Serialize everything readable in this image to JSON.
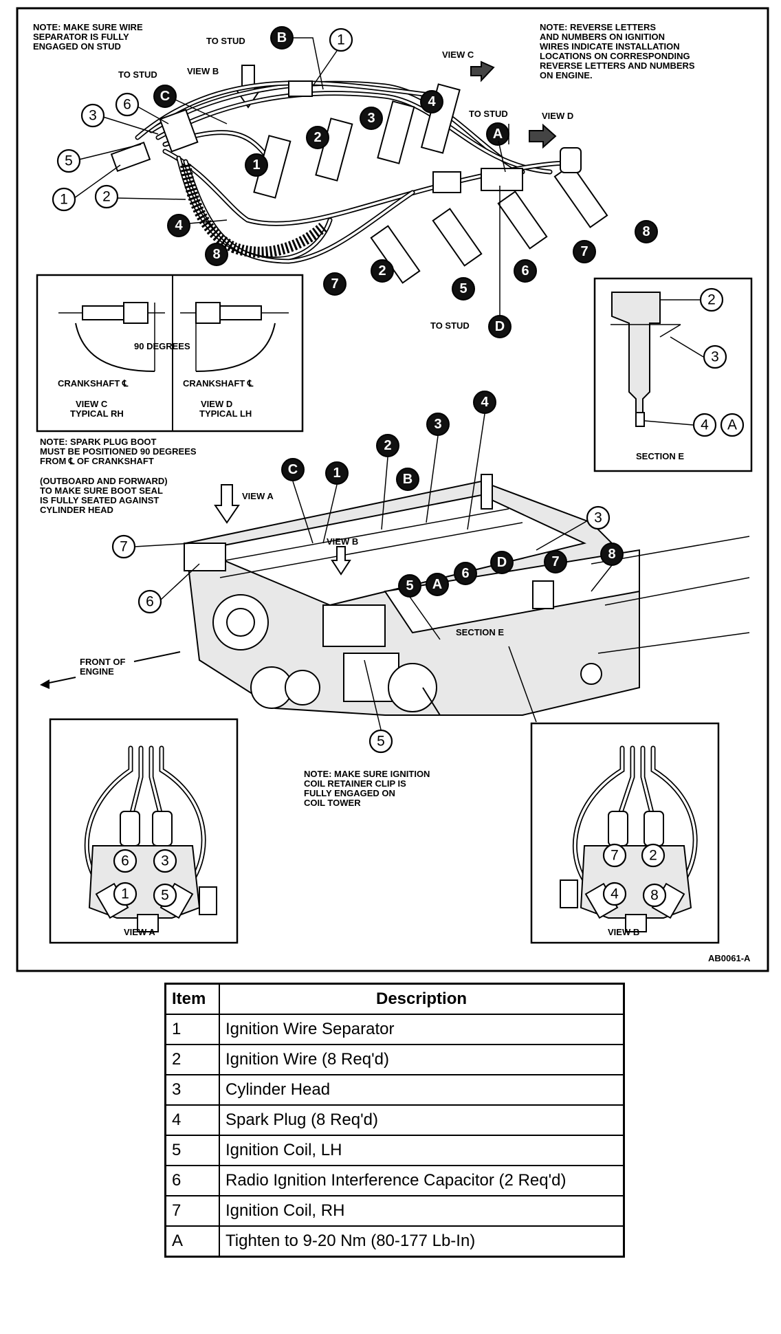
{
  "notes": {
    "separator": [
      "NOTE: MAKE SURE WIRE",
      "SEPARATOR IS FULLY",
      "ENGAGED ON STUD"
    ],
    "reverse": [
      "NOTE: REVERSE LETTERS",
      "AND NUMBERS ON IGNITION",
      "WIRES INDICATE INSTALLATION",
      "LOCATIONS ON CORRESPONDING",
      "REVERSE LETTERS AND NUMBERS",
      "ON ENGINE."
    ],
    "boot": [
      "NOTE: SPARK PLUG BOOT",
      "MUST BE POSITIONED 90 DEGREES",
      "FROM ℄ OF CRANKSHAFT",
      "(OUTBOARD AND FORWARD)",
      "TO MAKE SURE BOOT SEAL",
      "IS FULLY SEATED AGAINST",
      "CYLINDER HEAD"
    ],
    "coil": [
      "NOTE: MAKE SURE IGNITION",
      "COIL RETAINER CLIP IS",
      "FULLY ENGAGED ON",
      "COIL TOWER"
    ]
  },
  "labels": {
    "to_stud": "TO STUD",
    "view_a": "VIEW A",
    "view_b": "VIEW B",
    "view_c": "VIEW C",
    "view_d": "VIEW D",
    "section_e": "SECTION E",
    "degrees": "90 DEGREES",
    "crankshaft": "CRANKSHAFT ℄",
    "typical_rh": "TYPICAL RH",
    "typical_lh": "TYPICAL LH",
    "front_of": "FRONT OF",
    "engine": "ENGINE",
    "figure_id": "AB0061-A"
  },
  "callouts": {
    "one": "1",
    "two": "2",
    "three": "3",
    "four": "4",
    "five": "5",
    "six": "6",
    "seven": "7",
    "eight": "8",
    "a": "A",
    "b": "B",
    "c": "C",
    "d": "D"
  },
  "legend": {
    "header_item": "Item",
    "header_description": "Description",
    "rows": [
      {
        "item": "1",
        "description": "Ignition Wire Separator"
      },
      {
        "item": "2",
        "description": "Ignition Wire (8 Req'd)"
      },
      {
        "item": "3",
        "description": "Cylinder Head"
      },
      {
        "item": "4",
        "description": "Spark Plug (8 Req'd)"
      },
      {
        "item": "5",
        "description": "Ignition Coil, LH"
      },
      {
        "item": "6",
        "description": "Radio Ignition Interference Capacitor (2 Req'd)"
      },
      {
        "item": "7",
        "description": "Ignition Coil, RH"
      },
      {
        "item": "A",
        "description": "Tighten to 9-20 Nm (80-177 Lb-In)"
      }
    ]
  }
}
